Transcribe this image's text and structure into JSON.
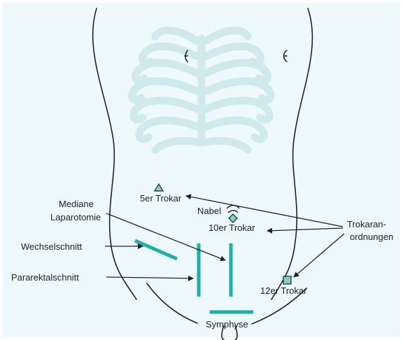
{
  "colors": {
    "background": "#eef9fb",
    "outline": "#222222",
    "ribcage": "#cfe9ec",
    "incision": "#1bb0a8",
    "trocar": "#7fd0cf"
  },
  "labels": {
    "mediane": [
      "Mediane",
      "Laparotomie"
    ],
    "wechselschnitt": "Wechselschnitt",
    "pararektalschnitt": "Pararektalschnitt",
    "trokar5": "5er Trokar",
    "nabel": "Nabel",
    "trokar10": "10er Trokar",
    "trokar12": "12er Trokar",
    "trokaranordnungen": [
      "Trokaran-",
      "ordnungen"
    ],
    "symphyse": "Symphyse"
  },
  "icons": {
    "trokar5": "triangle-icon",
    "trokar10": "diamond-icon",
    "trokar12": "square-icon",
    "nabel": "navel-icon"
  }
}
